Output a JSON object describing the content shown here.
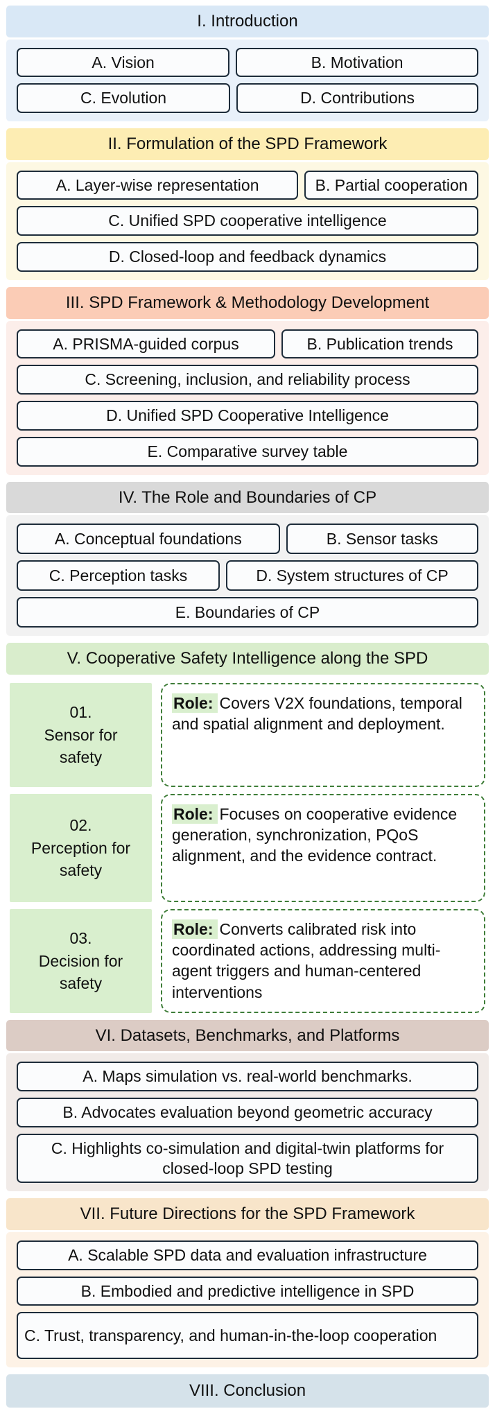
{
  "palette": {
    "intro_header": "#d9e8f6",
    "intro_body": "#e9f1fa",
    "formulation_header": "#fdedb3",
    "formulation_body": "#fdf8e3",
    "methodology_header": "#fbccb6",
    "methodology_body": "#fceeea",
    "cp_header": "#d9d9d9",
    "cp_body": "#f2f2f2",
    "spd_header": "#d9edcc",
    "spd_green": "#d9efce",
    "spd_dash_border": "#3e7d38",
    "datasets_header": "#dcccc5",
    "datasets_body": "#f1ebe8",
    "future_header": "#f8e5ca",
    "future_body": "#fdf2e6",
    "conclusion_header": "#d5e2ea",
    "box_border": "#1d2c3a"
  },
  "sections": {
    "s1": {
      "title": "I. Introduction",
      "items": {
        "a": "A. Vision",
        "b": "B. Motivation",
        "c": "C. Evolution",
        "d": "D. Contributions"
      }
    },
    "s2": {
      "title": "II. Formulation of the SPD Framework",
      "items": {
        "a": "A. Layer-wise representation",
        "b": "B. Partial cooperation",
        "c": "C. Unified SPD cooperative intelligence",
        "d": "D. Closed-loop and feedback dynamics"
      }
    },
    "s3": {
      "title": "III. SPD Framework & Methodology Development",
      "items": {
        "a": "A. PRISMA-guided corpus",
        "b": "B. Publication trends",
        "c": "C. Screening, inclusion, and reliability process",
        "d": "D. Unified SPD Cooperative Intelligence",
        "e": "E. Comparative survey table"
      }
    },
    "s4": {
      "title": "IV. The Role and Boundaries of CP",
      "items": {
        "a": "A. Conceptual foundations",
        "b": "B. Sensor tasks",
        "c": "C. Perception tasks",
        "d": "D. System structures of CP",
        "e": "E. Boundaries of CP"
      }
    },
    "s5": {
      "title": "V. Cooperative Safety Intelligence along the SPD",
      "rows": [
        {
          "num": "01.",
          "name": "Sensor for safety",
          "role_label": "Role:",
          "role_text": "Covers V2X foundations, temporal and spatial alignment and deployment."
        },
        {
          "num": "02.",
          "name": "Perception for safety",
          "role_label": "Role:",
          "role_text": "Focuses on cooperative evidence generation, synchronization, PQoS alignment, and the evidence contract."
        },
        {
          "num": "03.",
          "name": "Decision for safety",
          "role_label": "Role:",
          "role_text": "Converts calibrated risk into coordinated actions, addressing multi-agent triggers and human-centered interventions"
        }
      ]
    },
    "s6": {
      "title": "VI. Datasets, Benchmarks, and Platforms",
      "items": {
        "a": "A. Maps simulation vs. real-world benchmarks.",
        "b": "B. Advocates evaluation beyond geometric accuracy",
        "c": "C. Highlights co-simulation and digital-twin platforms for closed-loop SPD testing"
      }
    },
    "s7": {
      "title": "VII. Future Directions for the SPD Framework",
      "items": {
        "a": "A. Scalable SPD data and evaluation infrastructure",
        "b": "B. Embodied and predictive intelligence in SPD",
        "c": "C. Trust, transparency, and human-in-the-loop cooperation"
      }
    },
    "s8": {
      "title": "VIII. Conclusion"
    }
  }
}
